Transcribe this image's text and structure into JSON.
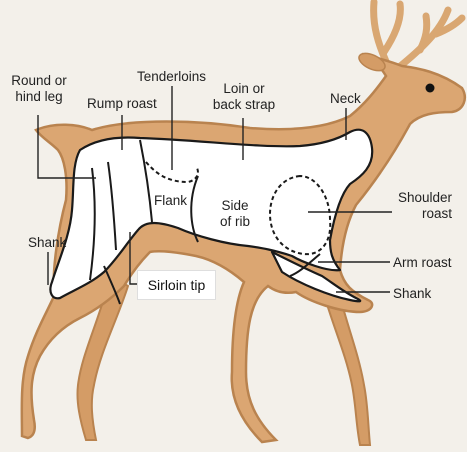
{
  "labels": {
    "round": [
      "Round or",
      "hind leg"
    ],
    "rump": "Rump roast",
    "tenderloins": "Tenderloins",
    "loin": [
      "Loin or",
      "back strap"
    ],
    "neck": "Neck",
    "flank": "Flank",
    "side_rib": [
      "Side",
      "of rib"
    ],
    "shoulder": [
      "Shoulder",
      "roast"
    ],
    "arm": "Arm roast",
    "shank_left": "Shank",
    "shank_right": "Shank",
    "sirloin": "Sirloin tip"
  },
  "colors": {
    "background": "#f3f0ea",
    "deer_fill": "#dba672",
    "deer_outline": "#b9834f",
    "cuts_fill": "#ffffff",
    "cut_lines": "#1a1a1a",
    "eye": "#111111"
  }
}
